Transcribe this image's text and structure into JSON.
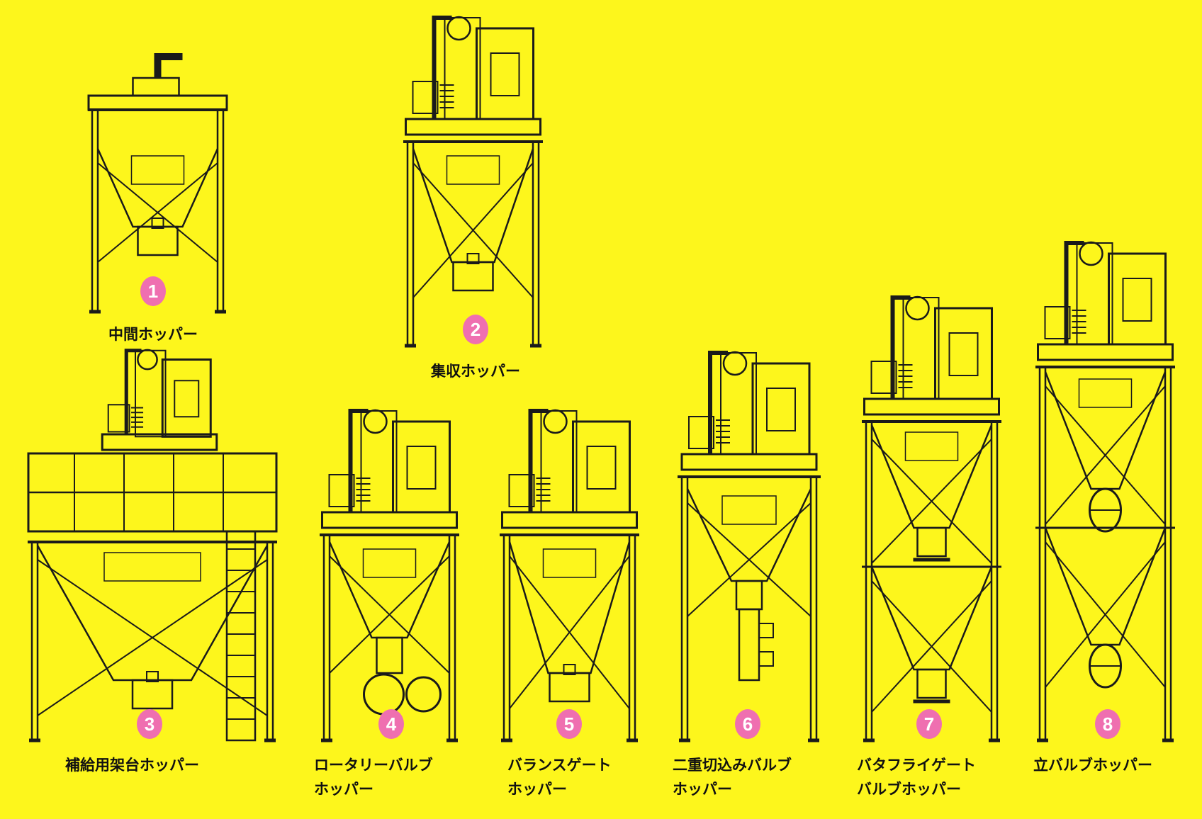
{
  "hoppers": [
    {
      "number": "1",
      "name": "中間ホッパー",
      "name_lines": [
        "中間ホッパー"
      ]
    },
    {
      "number": "2",
      "name": "集収ホッパー",
      "name_lines": [
        "集収ホッパー"
      ]
    },
    {
      "number": "3",
      "name": "補給用架台ホッパー",
      "name_lines": [
        "補給用架台ホッパー"
      ]
    },
    {
      "number": "4",
      "name": "ロータリーバルブホッパー",
      "name_lines": [
        "ロータリーバルブ",
        "ホッパー"
      ]
    },
    {
      "number": "5",
      "name": "バランスゲートホッパー",
      "name_lines": [
        "バランスゲート",
        "ホッパー"
      ]
    },
    {
      "number": "6",
      "name": "二重切込みバルブホッパー",
      "name_lines": [
        "二重切込みバルブ",
        "ホッパー"
      ]
    },
    {
      "number": "7",
      "name": "バタフライゲートバルブホッパー",
      "name_lines": [
        "バタフライゲート",
        "バルブホッパー"
      ]
    },
    {
      "number": "8",
      "name": "立バルブホッパー",
      "name_lines": [
        "立バルブホッパー"
      ]
    }
  ],
  "colors": {
    "background": "#fdf61c",
    "badge": "#ef6fb0",
    "line": "#1a1a1a"
  }
}
